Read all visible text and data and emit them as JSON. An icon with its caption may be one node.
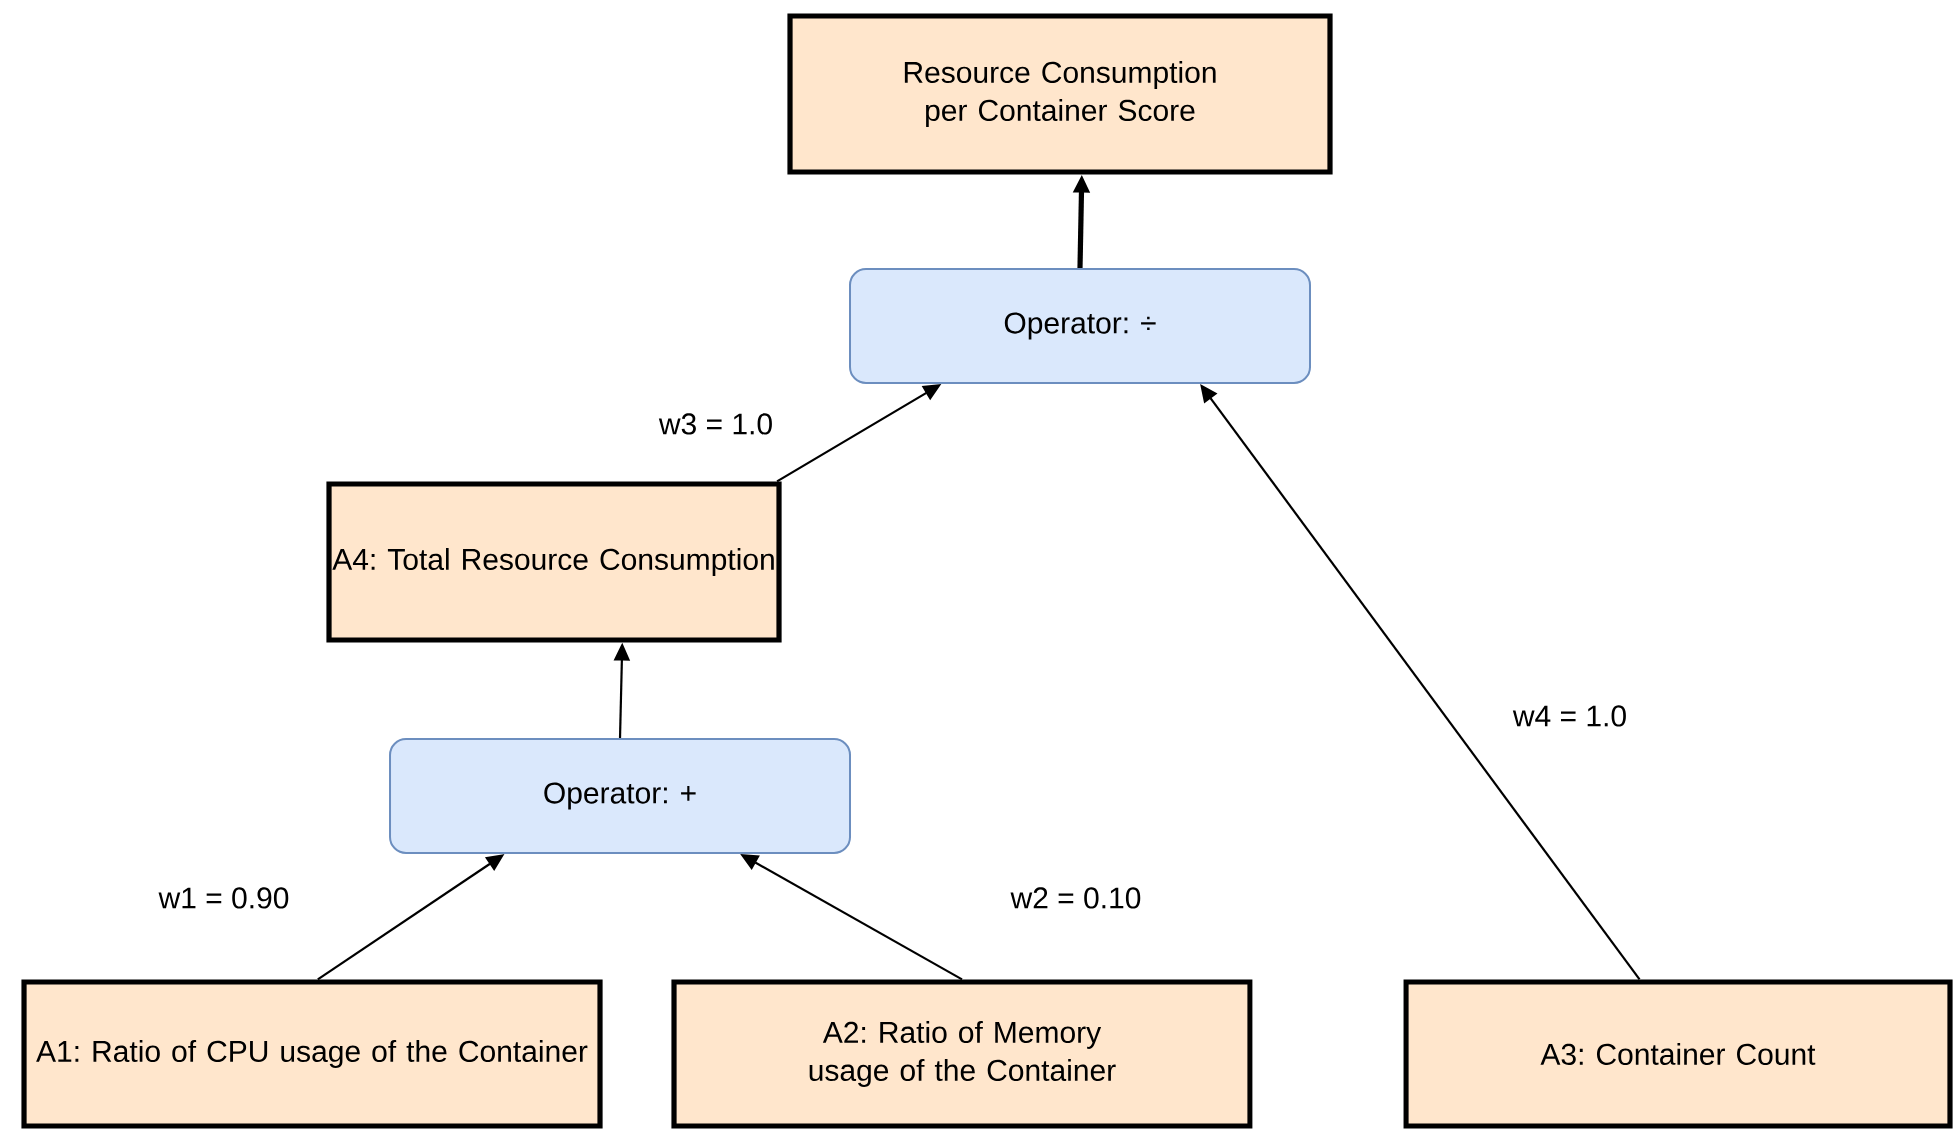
{
  "diagram": {
    "nodes": [
      {
        "text": [
          "Resource Consumption per Container Score"
        ]
      },
      {
        "text": [
          "Operator: ÷"
        ]
      },
      {
        "text": [
          "A4: Total Resource Consumption"
        ]
      },
      {
        "text": [
          "Operator: +"
        ]
      },
      {
        "text": [
          "A1: Ratio of CPU usage of the Container"
        ]
      },
      {
        "text": [
          "A2: Ratio of Memory usage of the Container"
        ]
      },
      {
        "text": [
          "A3: Container Count"
        ]
      }
    ],
    "edges": [
      {
        "from": 1,
        "to": 0,
        "arrow": "to",
        "style": "thick"
      },
      {
        "from": 2,
        "to": 1,
        "arrow": "to",
        "label": "w3 = 1.0"
      },
      {
        "from": 6,
        "to": 1,
        "arrow": "to",
        "label": "w4 = 1.0"
      },
      {
        "from": 3,
        "to": 2,
        "arrow": "to"
      },
      {
        "from": 4,
        "to": 3,
        "arrow": "to",
        "label": "w1 = 0.90"
      },
      {
        "from": 5,
        "to": 3,
        "arrow": "to",
        "label": "w2 = 0.10"
      }
    ]
  }
}
